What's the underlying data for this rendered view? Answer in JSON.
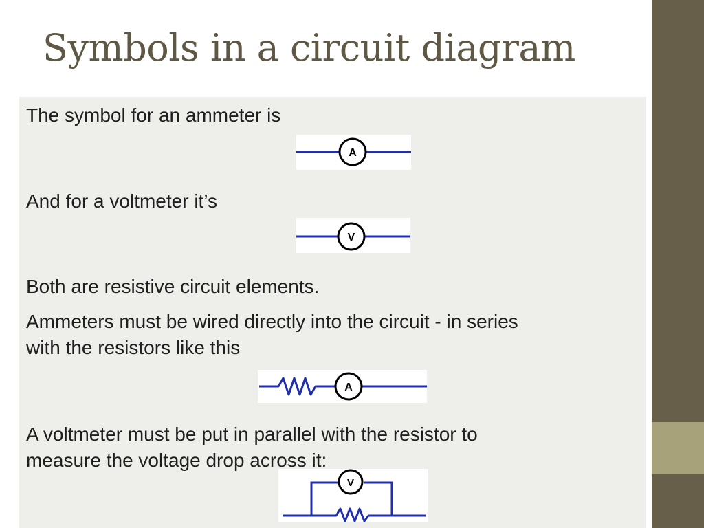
{
  "slide": {
    "title": "Symbols in a circuit diagram"
  },
  "content": {
    "line1": "The symbol for an ammeter is",
    "line2": "And for a voltmeter it’s",
    "line3": "Both are resistive circuit elements.",
    "line4a": "Ammeters must be wired directly into the circuit - in series",
    "line4b": "with the resistors like this",
    "line5a": "A voltmeter must be put in parallel with the resistor to",
    "line5b": "measure the voltage drop across it:"
  },
  "symbols": {
    "ammeter_letter": "A",
    "voltmeter_letter": "V"
  },
  "colors": {
    "wire": "#1f2fb0",
    "title": "#5f5845",
    "sidebar_dark": "#675f4a",
    "sidebar_accent": "#a8a27b",
    "content_bg": "#eeeeeb"
  }
}
